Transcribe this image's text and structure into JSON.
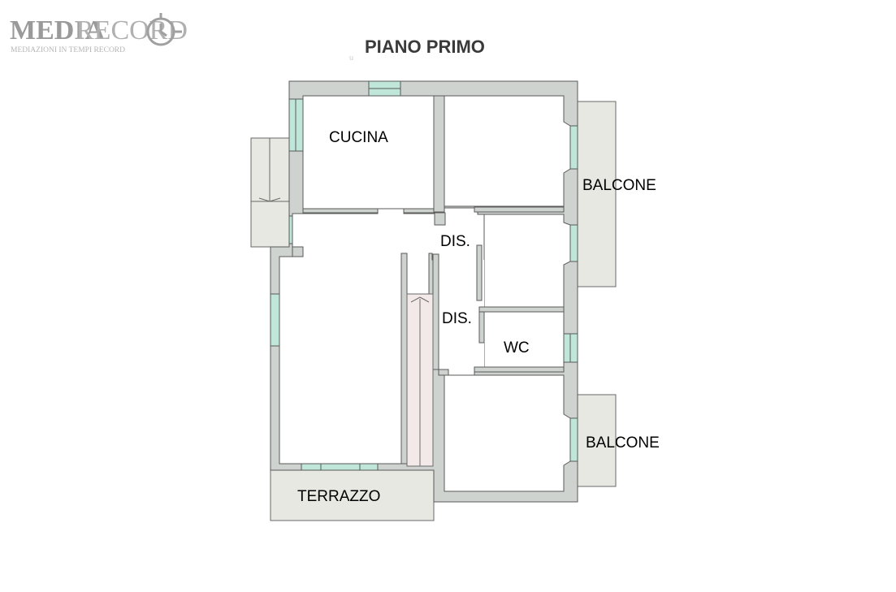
{
  "logo": {
    "brand_bold": "MEDIA",
    "brand_light": "RECORD",
    "tagline": "MEDIAZIONI IN TEMPI RECORD",
    "icon": "stopwatch-icon"
  },
  "title": "PIANO PRIMO",
  "rooms": {
    "cucina": "CUCINA",
    "dis_upper": "DIS.",
    "dis_lower": "DIS.",
    "wc": "WC",
    "balcone_upper": "BALCONE",
    "balcone_lower": "BALCONE",
    "terrazzo": "TERRAZZO"
  },
  "colors": {
    "wall": "#cfd3d0",
    "wall_stroke": "#5a5a5a",
    "window": "#bfe6d9",
    "exterior": "#e7e8e1",
    "stair": "#f3e9e9",
    "logo_grey": "#9a9a9a"
  }
}
